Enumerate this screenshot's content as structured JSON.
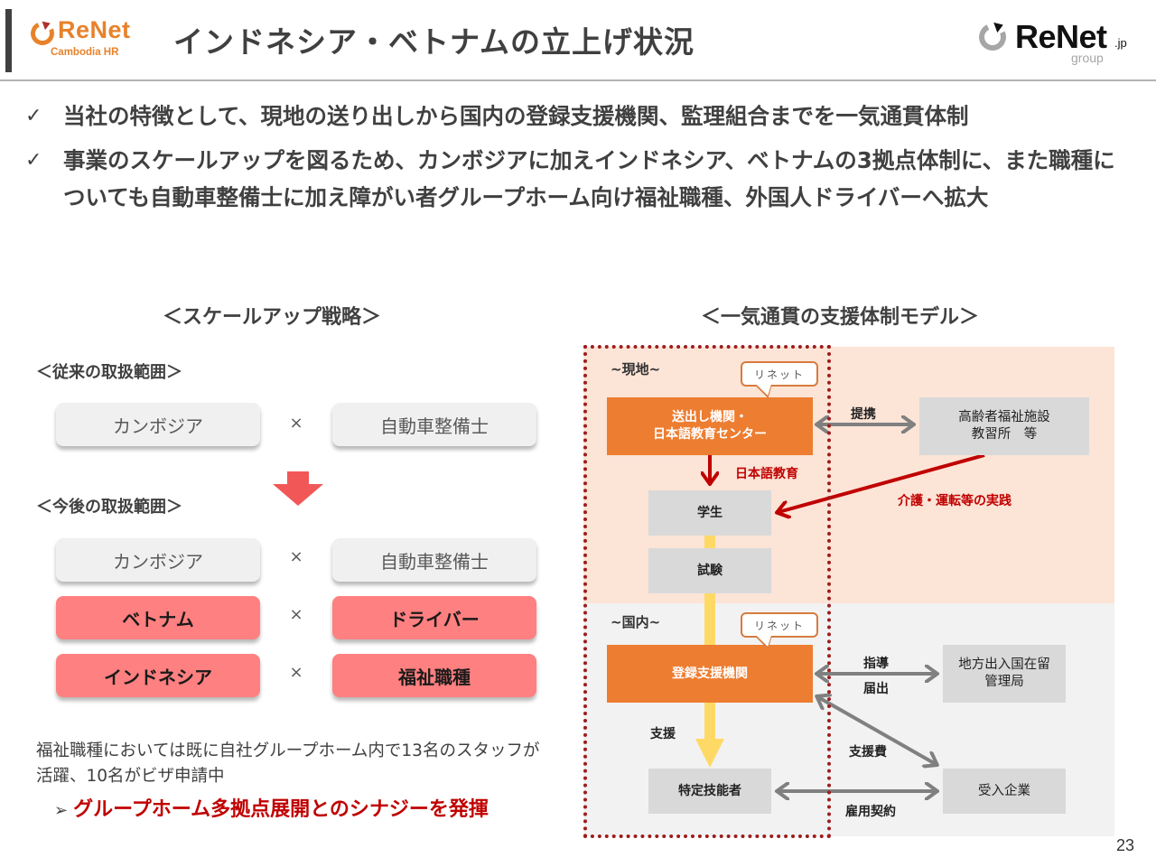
{
  "header": {
    "title": "インドネシア・ベトナムの立上げ状況",
    "logo_left": {
      "brand": "ReNet",
      "sub": "Cambodia HR",
      "icon": "renet-swirl-icon",
      "color": "#e8822a"
    },
    "logo_right": {
      "brand": "ReNet",
      "tld": ".jp",
      "sub": "group",
      "icon": "renet-swirl-icon"
    }
  },
  "bullets": [
    {
      "icon": "check-icon",
      "symbol": "✓",
      "text": "当社の特徴として、現地の送り出しから国内の登録支援機関、監理組合までを一気通貫体制"
    },
    {
      "icon": "check-icon",
      "symbol": "✓",
      "text": "事業のスケールアップを図るため、カンボジアに加えインドネシア、ベトナムの3拠点体制に、また職種についても自動車整備士に加え障がい者グループホーム向け福祉職種、外国人ドライバーへ拡大"
    }
  ],
  "strategy": {
    "heading": "＜スケールアップ戦略＞",
    "current_heading": "＜従来の取扱範囲＞",
    "future_heading": "＜今後の取扱範囲＞",
    "times_symbol": "×",
    "arrow_icon": "down-arrow-icon",
    "current": [
      {
        "country": "カンボジア",
        "job": "自動車整備士"
      }
    ],
    "future": [
      {
        "country": "カンボジア",
        "job": "自動車整備士",
        "style": "gray"
      },
      {
        "country": "ベトナム",
        "job": "ドライバー",
        "style": "red"
      },
      {
        "country": "インドネシア",
        "job": "福祉職種",
        "style": "red"
      }
    ],
    "note": "福祉職種においては既に自社グループホーム内で13名のスタッフが活躍、10名がビザ申請中",
    "highlight_marker": "➢",
    "highlight": "グループホーム多拠点展開とのシナジーを発揮"
  },
  "model": {
    "heading": "＜一気通貫の支援体制モデル＞",
    "zones": {
      "local": "~現地~",
      "domestic": "~国内~"
    },
    "callout": "リネット",
    "boxes": {
      "sending_org": "送出し機関・\n日本語教育センター",
      "elderly_facility": "高齢者福祉施設\n教習所　等",
      "student": "学生",
      "exam": "試験",
      "registered_support": "登録支援機関",
      "immigration": "地方出入国在留\n管理局",
      "specified_worker": "特定技能者",
      "employer": "受入企業"
    },
    "labels": {
      "partnership": "提携",
      "japanese_edu": "日本語教育",
      "practice": "介護・運転等の実践",
      "guidance": "指導",
      "notification": "届出",
      "support": "支援",
      "support_fee": "支援費",
      "employment_contract": "雇用契約"
    },
    "colors": {
      "orange": "#ed7d31",
      "red": "#c00000",
      "dotted": "#9e1c1c",
      "local_bg": "#fce4d6",
      "domestic_bg": "#f2f2f2",
      "yellow": "#ffd966",
      "grey_arrow": "#808080"
    }
  },
  "page_number": "23"
}
